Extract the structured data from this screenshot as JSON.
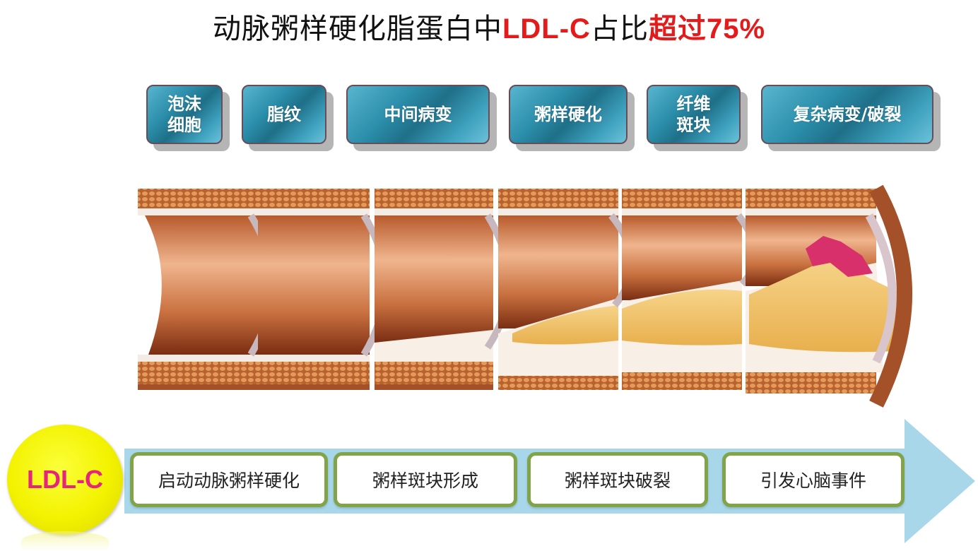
{
  "title": {
    "part1": "动脉粥样硬化脂蛋白中",
    "highlight1": "LDL-C",
    "part2": "占比",
    "highlight2": "超过75%"
  },
  "stages": [
    {
      "label_line1": "泡沫",
      "label_line2": "细胞"
    },
    {
      "label": "脂纹"
    },
    {
      "label": "中间病变"
    },
    {
      "label": "粥样硬化"
    },
    {
      "label_line1": "纤维",
      "label_line2": "斑块"
    },
    {
      "label": "复杂病变/破裂"
    }
  ],
  "illustration": {
    "description": "Cross-section artery segments showing progressive plaque buildup and rupture",
    "colors": {
      "vessel": "#c9703f",
      "plaque": "#f0c66a",
      "rupture": "#d8306a"
    }
  },
  "timeline": {
    "source_label": "LDL-C",
    "steps": [
      "启动动脉粥样硬化",
      "粥样斑块形成",
      "粥样斑块破裂",
      "引发心脑事件"
    ]
  },
  "colors": {
    "title_red": "#e31b1b",
    "stage_teal": "#2b8eaa",
    "arrow_blue": "#a9d7ea",
    "step_border_green": "#80a447",
    "circle_yellow": "#f3f200",
    "circle_text_pink": "#e6247c"
  }
}
